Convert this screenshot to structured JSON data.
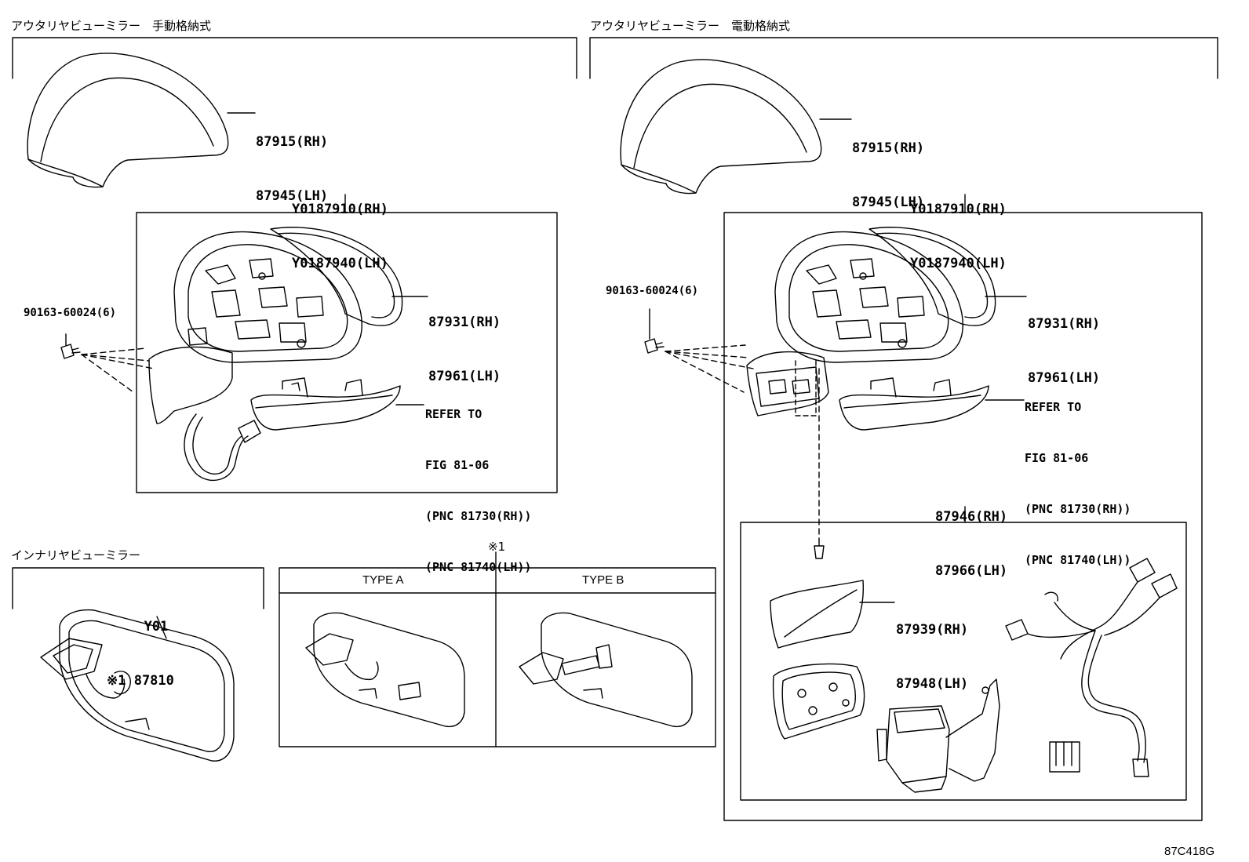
{
  "sections": {
    "manual": "アウタリヤビューミラー　手動格納式",
    "electric": "アウタリヤビューミラー　電動格納式",
    "inner": "インナリヤビューミラー"
  },
  "manual": {
    "cover": [
      "87915(RH)",
      "87945(LH)"
    ],
    "assy": [
      "Y0187910(RH)",
      "Y0187940(LH)"
    ],
    "glass": [
      "87931(RH)",
      "87961(LH)"
    ],
    "screw": "90163-60024(6)",
    "refer": [
      "REFER TO",
      "FIG 81-06",
      "(PNC 81730(RH))",
      "(PNC 81740(LH))"
    ]
  },
  "electric": {
    "cover": [
      "87915(RH)",
      "87945(LH)"
    ],
    "assy": [
      "Y0187910(RH)",
      "Y0187940(LH)"
    ],
    "glass": [
      "87931(RH)",
      "87961(LH)"
    ],
    "screw": "90163-60024(6)",
    "refer": [
      "REFER TO",
      "FIG 81-06",
      "(PNC 81730(RH))",
      "(PNC 81740(LH))"
    ],
    "subassy": [
      "87946(RH)",
      "87966(LH)"
    ],
    "subcover": [
      "87939(RH)",
      "87948(LH)"
    ]
  },
  "inner": {
    "part": [
      "Y01",
      "※1 87810"
    ],
    "note_mark": "※1",
    "type_a": "TYPE A",
    "type_b": "TYPE B"
  },
  "figure_code": "87C418G"
}
